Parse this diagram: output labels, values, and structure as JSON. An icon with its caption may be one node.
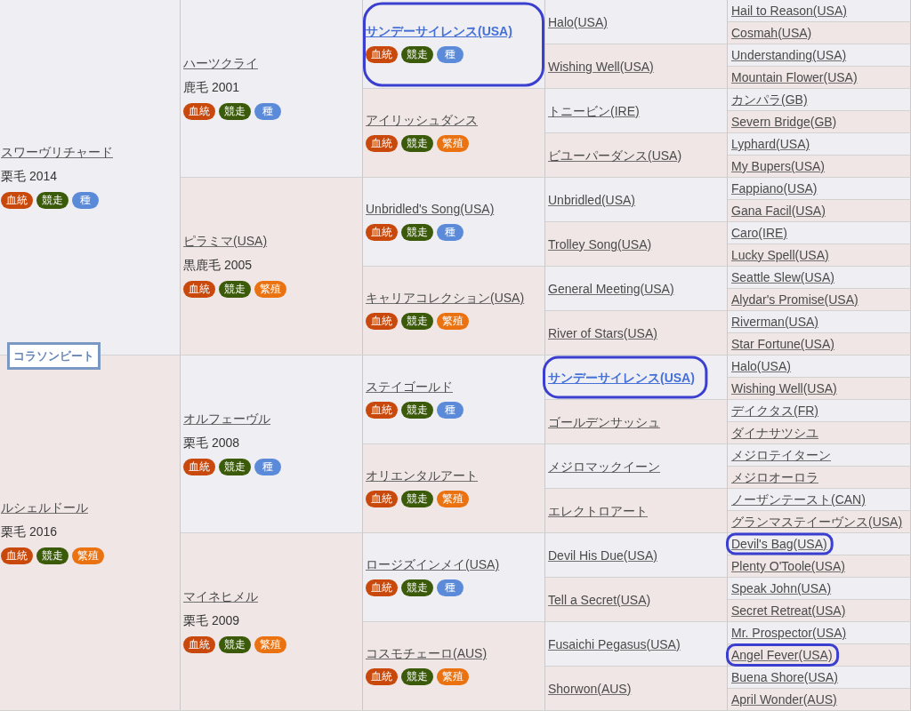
{
  "diagram": {
    "nodes": [
      {
        "text": [
          "スワーヴリチャード",
          "栗毛 2014"
        ]
      },
      {
        "text": [
          "血統"
        ],
        "in": 0
      },
      {
        "text": [
          "競走"
        ],
        "in": 0
      },
      {
        "text": [
          "種"
        ],
        "in": 0
      },
      {
        "text": [
          "ハーツクライ",
          "鹿毛 2001"
        ]
      },
      {
        "text": [
          "血統"
        ],
        "in": 4
      },
      {
        "text": [
          "競走"
        ],
        "in": 4
      },
      {
        "text": [
          "種"
        ],
        "in": 4
      },
      {
        "text": [
          "サンデーサイレンス(USA)"
        ]
      },
      {
        "text": [
          "血統"
        ],
        "in": 8
      },
      {
        "text": [
          "競走"
        ],
        "in": 8
      },
      {
        "text": [
          "種"
        ],
        "in": 8
      },
      {
        "text": [
          "Halo(USA)"
        ]
      },
      {
        "text": [
          "Hail to Reason(USA)"
        ]
      },
      {
        "text": [
          "Cosmah(USA)"
        ]
      },
      {
        "text": [
          "Wishing Well(USA)"
        ]
      },
      {
        "text": [
          "Understanding(USA)"
        ]
      },
      {
        "text": [
          "Mountain Flower(USA)"
        ]
      },
      {
        "text": [
          "アイリッシュダンス"
        ]
      },
      {
        "text": [
          "血統"
        ],
        "in": 18
      },
      {
        "text": [
          "競走"
        ],
        "in": 18
      },
      {
        "text": [
          "繁殖"
        ],
        "in": 18
      },
      {
        "text": [
          "トニービン(IRE)"
        ]
      },
      {
        "text": [
          "カンパラ(GB)"
        ]
      },
      {
        "text": [
          "Severn Bridge(GB)"
        ]
      },
      {
        "text": [
          "ビユーパーダンス(USA)"
        ]
      },
      {
        "text": [
          "Lyphard(USA)"
        ]
      },
      {
        "text": [
          "My Bupers(USA)"
        ]
      },
      {
        "text": [
          "ピラミマ(USA)",
          "黒鹿毛 2005"
        ]
      },
      {
        "text": [
          "血統"
        ],
        "in": 28
      },
      {
        "text": [
          "競走"
        ],
        "in": 28
      },
      {
        "text": [
          "繁殖"
        ],
        "in": 28
      },
      {
        "text": [
          "Unbridled's Song(USA)"
        ]
      },
      {
        "text": [
          "血統"
        ],
        "in": 32
      },
      {
        "text": [
          "競走"
        ],
        "in": 32
      },
      {
        "text": [
          "種"
        ],
        "in": 32
      },
      {
        "text": [
          "Unbridled(USA)"
        ]
      },
      {
        "text": [
          "Fappiano(USA)"
        ]
      },
      {
        "text": [
          "Gana Facil(USA)"
        ]
      },
      {
        "text": [
          "Trolley Song(USA)"
        ]
      },
      {
        "text": [
          "Caro(IRE)"
        ]
      },
      {
        "text": [
          "Lucky Spell(USA)"
        ]
      },
      {
        "text": [
          "キャリアコレクション(USA)"
        ]
      },
      {
        "text": [
          "血統"
        ],
        "in": 42
      },
      {
        "text": [
          "競走"
        ],
        "in": 42
      },
      {
        "text": [
          "繁殖"
        ],
        "in": 42
      },
      {
        "text": [
          "General Meeting(USA)"
        ]
      },
      {
        "text": [
          "Seattle Slew(USA)"
        ]
      },
      {
        "text": [
          "Alydar's Promise(USA)"
        ]
      },
      {
        "text": [
          "River of Stars(USA)"
        ]
      },
      {
        "text": [
          "Riverman(USA)"
        ]
      },
      {
        "text": [
          "Star Fortune(USA)"
        ]
      },
      {
        "text": [
          "コラソンビート"
        ]
      },
      {
        "text": [
          "ルシェルドール",
          "栗毛 2016"
        ]
      },
      {
        "text": [
          "血統"
        ],
        "in": 53
      },
      {
        "text": [
          "競走"
        ],
        "in": 53
      },
      {
        "text": [
          "繁殖"
        ],
        "in": 53
      },
      {
        "text": [
          "オルフェーヴル",
          "栗毛 2008"
        ]
      },
      {
        "text": [
          "血統"
        ],
        "in": 57
      },
      {
        "text": [
          "競走"
        ],
        "in": 57
      },
      {
        "text": [
          "種"
        ],
        "in": 57
      },
      {
        "text": [
          "ステイゴールド"
        ]
      },
      {
        "text": [
          "血統"
        ],
        "in": 61
      },
      {
        "text": [
          "競走"
        ],
        "in": 61
      },
      {
        "text": [
          "種"
        ],
        "in": 61
      },
      {
        "text": [
          "サンデーサイレンス(USA)"
        ]
      },
      {
        "text": [
          "Halo(USA)"
        ]
      },
      {
        "text": [
          "Wishing Well(USA)"
        ]
      },
      {
        "text": [
          "ゴールデンサッシュ"
        ]
      },
      {
        "text": [
          "デイクタス(FR)"
        ]
      },
      {
        "text": [
          "ダイナサツシユ"
        ]
      },
      {
        "text": [
          "オリエンタルアート"
        ]
      },
      {
        "text": [
          "血統"
        ],
        "in": 71
      },
      {
        "text": [
          "競走"
        ],
        "in": 71
      },
      {
        "text": [
          "繁殖"
        ],
        "in": 71
      },
      {
        "text": [
          "メジロマックイーン"
        ]
      },
      {
        "text": [
          "メジロテイターン"
        ]
      },
      {
        "text": [
          "メジロオーロラ"
        ]
      },
      {
        "text": [
          "エレクトロアート"
        ]
      },
      {
        "text": [
          "ノーザンテースト(CAN)"
        ]
      },
      {
        "text": [
          "グランマステイーヴンス(USA)"
        ]
      },
      {
        "text": [
          "マイネヒメル",
          "栗毛 2009"
        ]
      },
      {
        "text": [
          "血統"
        ],
        "in": 81
      },
      {
        "text": [
          "競走"
        ],
        "in": 81
      },
      {
        "text": [
          "繁殖"
        ],
        "in": 81
      },
      {
        "text": [
          "ロージズインメイ(USA)"
        ]
      },
      {
        "text": [
          "血統"
        ],
        "in": 85
      },
      {
        "text": [
          "競走"
        ],
        "in": 85
      },
      {
        "text": [
          "種"
        ],
        "in": 85
      },
      {
        "text": [
          "Devil His Due(USA)"
        ]
      },
      {
        "text": [
          "Devil's Bag(USA)"
        ]
      },
      {
        "text": [
          "Plenty O'Toole(USA)"
        ]
      },
      {
        "text": [
          "Tell a Secret(USA)"
        ]
      },
      {
        "text": [
          "Speak John(USA)"
        ]
      },
      {
        "text": [
          "Secret Retreat(USA)"
        ]
      },
      {
        "text": [
          "コスモチェーロ(AUS)"
        ]
      },
      {
        "text": [
          "血統"
        ],
        "in": 95
      },
      {
        "text": [
          "競走"
        ],
        "in": 95
      },
      {
        "text": [
          "繁殖"
        ],
        "in": 95
      },
      {
        "text": [
          "Fusaichi Pegasus(USA)"
        ]
      },
      {
        "text": [
          "Mr. Prospector(USA)"
        ]
      },
      {
        "text": [
          "Angel Fever(USA)"
        ]
      },
      {
        "text": [
          "Shorwon(AUS)"
        ]
      },
      {
        "text": [
          "Buena Shore(USA)"
        ]
      },
      {
        "text": [
          "April Wonder(AUS)"
        ]
      }
    ]
  }
}
